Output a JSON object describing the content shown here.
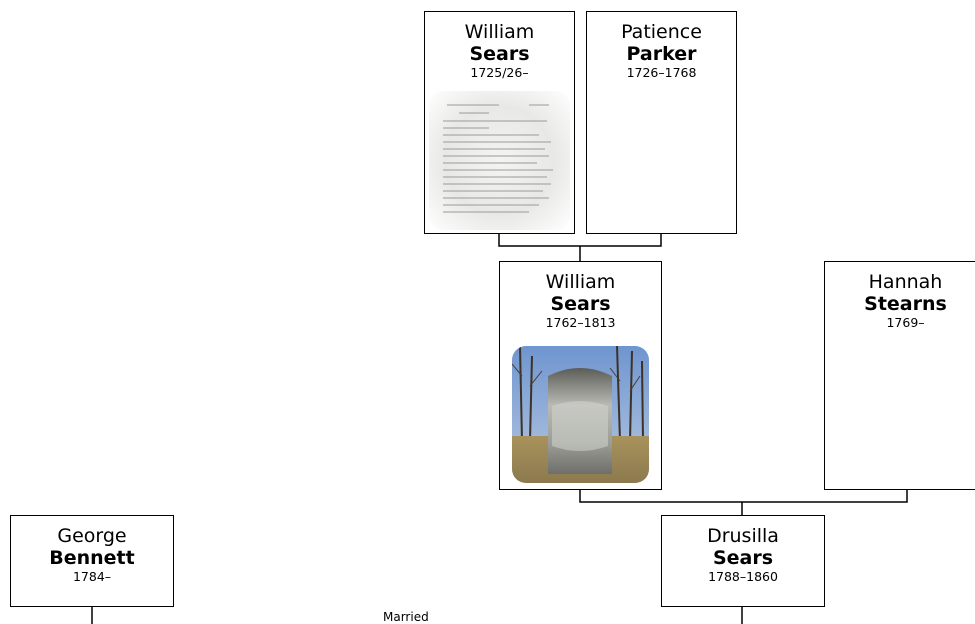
{
  "people": {
    "william_sears_elder": {
      "first": "William",
      "last": "Sears",
      "dates": "1725/26–",
      "photo_icon": "document-scan-image"
    },
    "patience_parker": {
      "first": "Patience",
      "last": "Parker",
      "dates": "1726–1768"
    },
    "william_sears": {
      "first": "William",
      "last": "Sears",
      "dates": "1762–1813",
      "photo_icon": "gravestone-photo"
    },
    "hannah_stearns": {
      "first": "Hannah",
      "last": "Stearns",
      "dates": "1769–"
    },
    "george_bennett": {
      "first": "George",
      "last": "Bennett",
      "dates": "1784–"
    },
    "drusilla_sears": {
      "first": "Drusilla",
      "last": "Sears",
      "dates": "1788–1860"
    }
  },
  "labels": {
    "married": "Married"
  },
  "colors": {
    "line": "#000000",
    "box_border": "#000000"
  }
}
